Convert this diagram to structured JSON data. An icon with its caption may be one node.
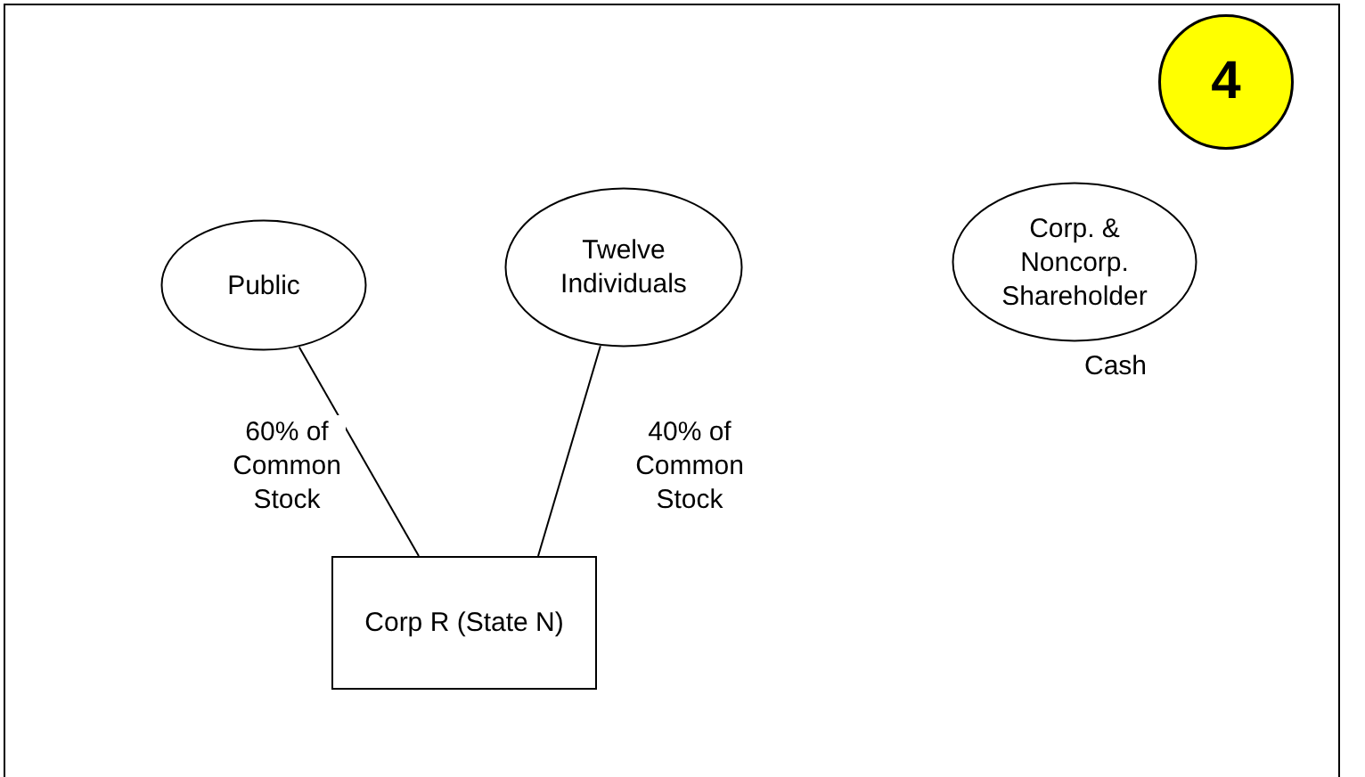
{
  "diagram": {
    "nodes": [
      {
        "text": [
          "Public"
        ]
      },
      {
        "text": [
          "Twelve Individuals"
        ]
      },
      {
        "text": [
          "Corp. & Noncorp. Shareholder"
        ],
        "beside": [
          "Cash"
        ]
      },
      {
        "text": [
          "Corp R (State N)"
        ]
      },
      {
        "text": [
          "4"
        ]
      }
    ],
    "edges": [
      {
        "from": 0,
        "to": 3,
        "arrow": "none",
        "label": "60% of Common Stock"
      },
      {
        "from": 1,
        "to": 3,
        "arrow": "none",
        "label": "40% of Common Stock"
      }
    ]
  }
}
